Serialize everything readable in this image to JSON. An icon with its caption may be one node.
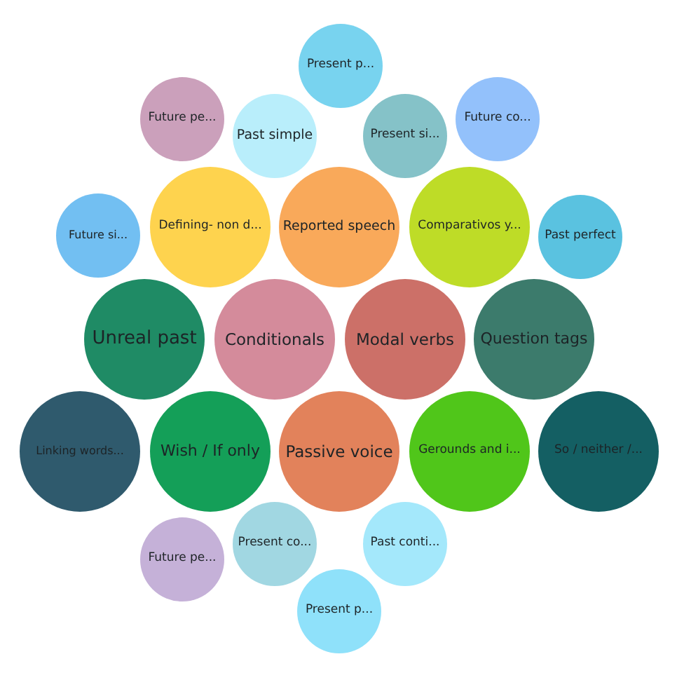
{
  "diagram": {
    "nodes": [
      {
        "text": [
          "Present p..."
        ]
      },
      {
        "text": [
          "Future pe..."
        ]
      },
      {
        "text": [
          "Past simple"
        ]
      },
      {
        "text": [
          "Present si..."
        ]
      },
      {
        "text": [
          "Future co..."
        ]
      },
      {
        "text": [
          "Future si..."
        ]
      },
      {
        "text": [
          "Defining- non d..."
        ]
      },
      {
        "text": [
          "Reported speech"
        ]
      },
      {
        "text": [
          "Comparativos y..."
        ]
      },
      {
        "text": [
          "Past perfect"
        ]
      },
      {
        "text": [
          "Unreal past"
        ]
      },
      {
        "text": [
          "Conditionals"
        ]
      },
      {
        "text": [
          "Modal verbs"
        ]
      },
      {
        "text": [
          "Question tags"
        ]
      },
      {
        "text": [
          "Linking words..."
        ]
      },
      {
        "text": [
          "Wish / If only"
        ]
      },
      {
        "text": [
          "Passive voice"
        ]
      },
      {
        "text": [
          "Gerounds and i..."
        ]
      },
      {
        "text": [
          "So / neither /..."
        ]
      },
      {
        "text": [
          "Future pe..."
        ]
      },
      {
        "text": [
          "Present co..."
        ]
      },
      {
        "text": [
          "Past conti..."
        ]
      },
      {
        "text": [
          "Present p..."
        ]
      }
    ]
  }
}
